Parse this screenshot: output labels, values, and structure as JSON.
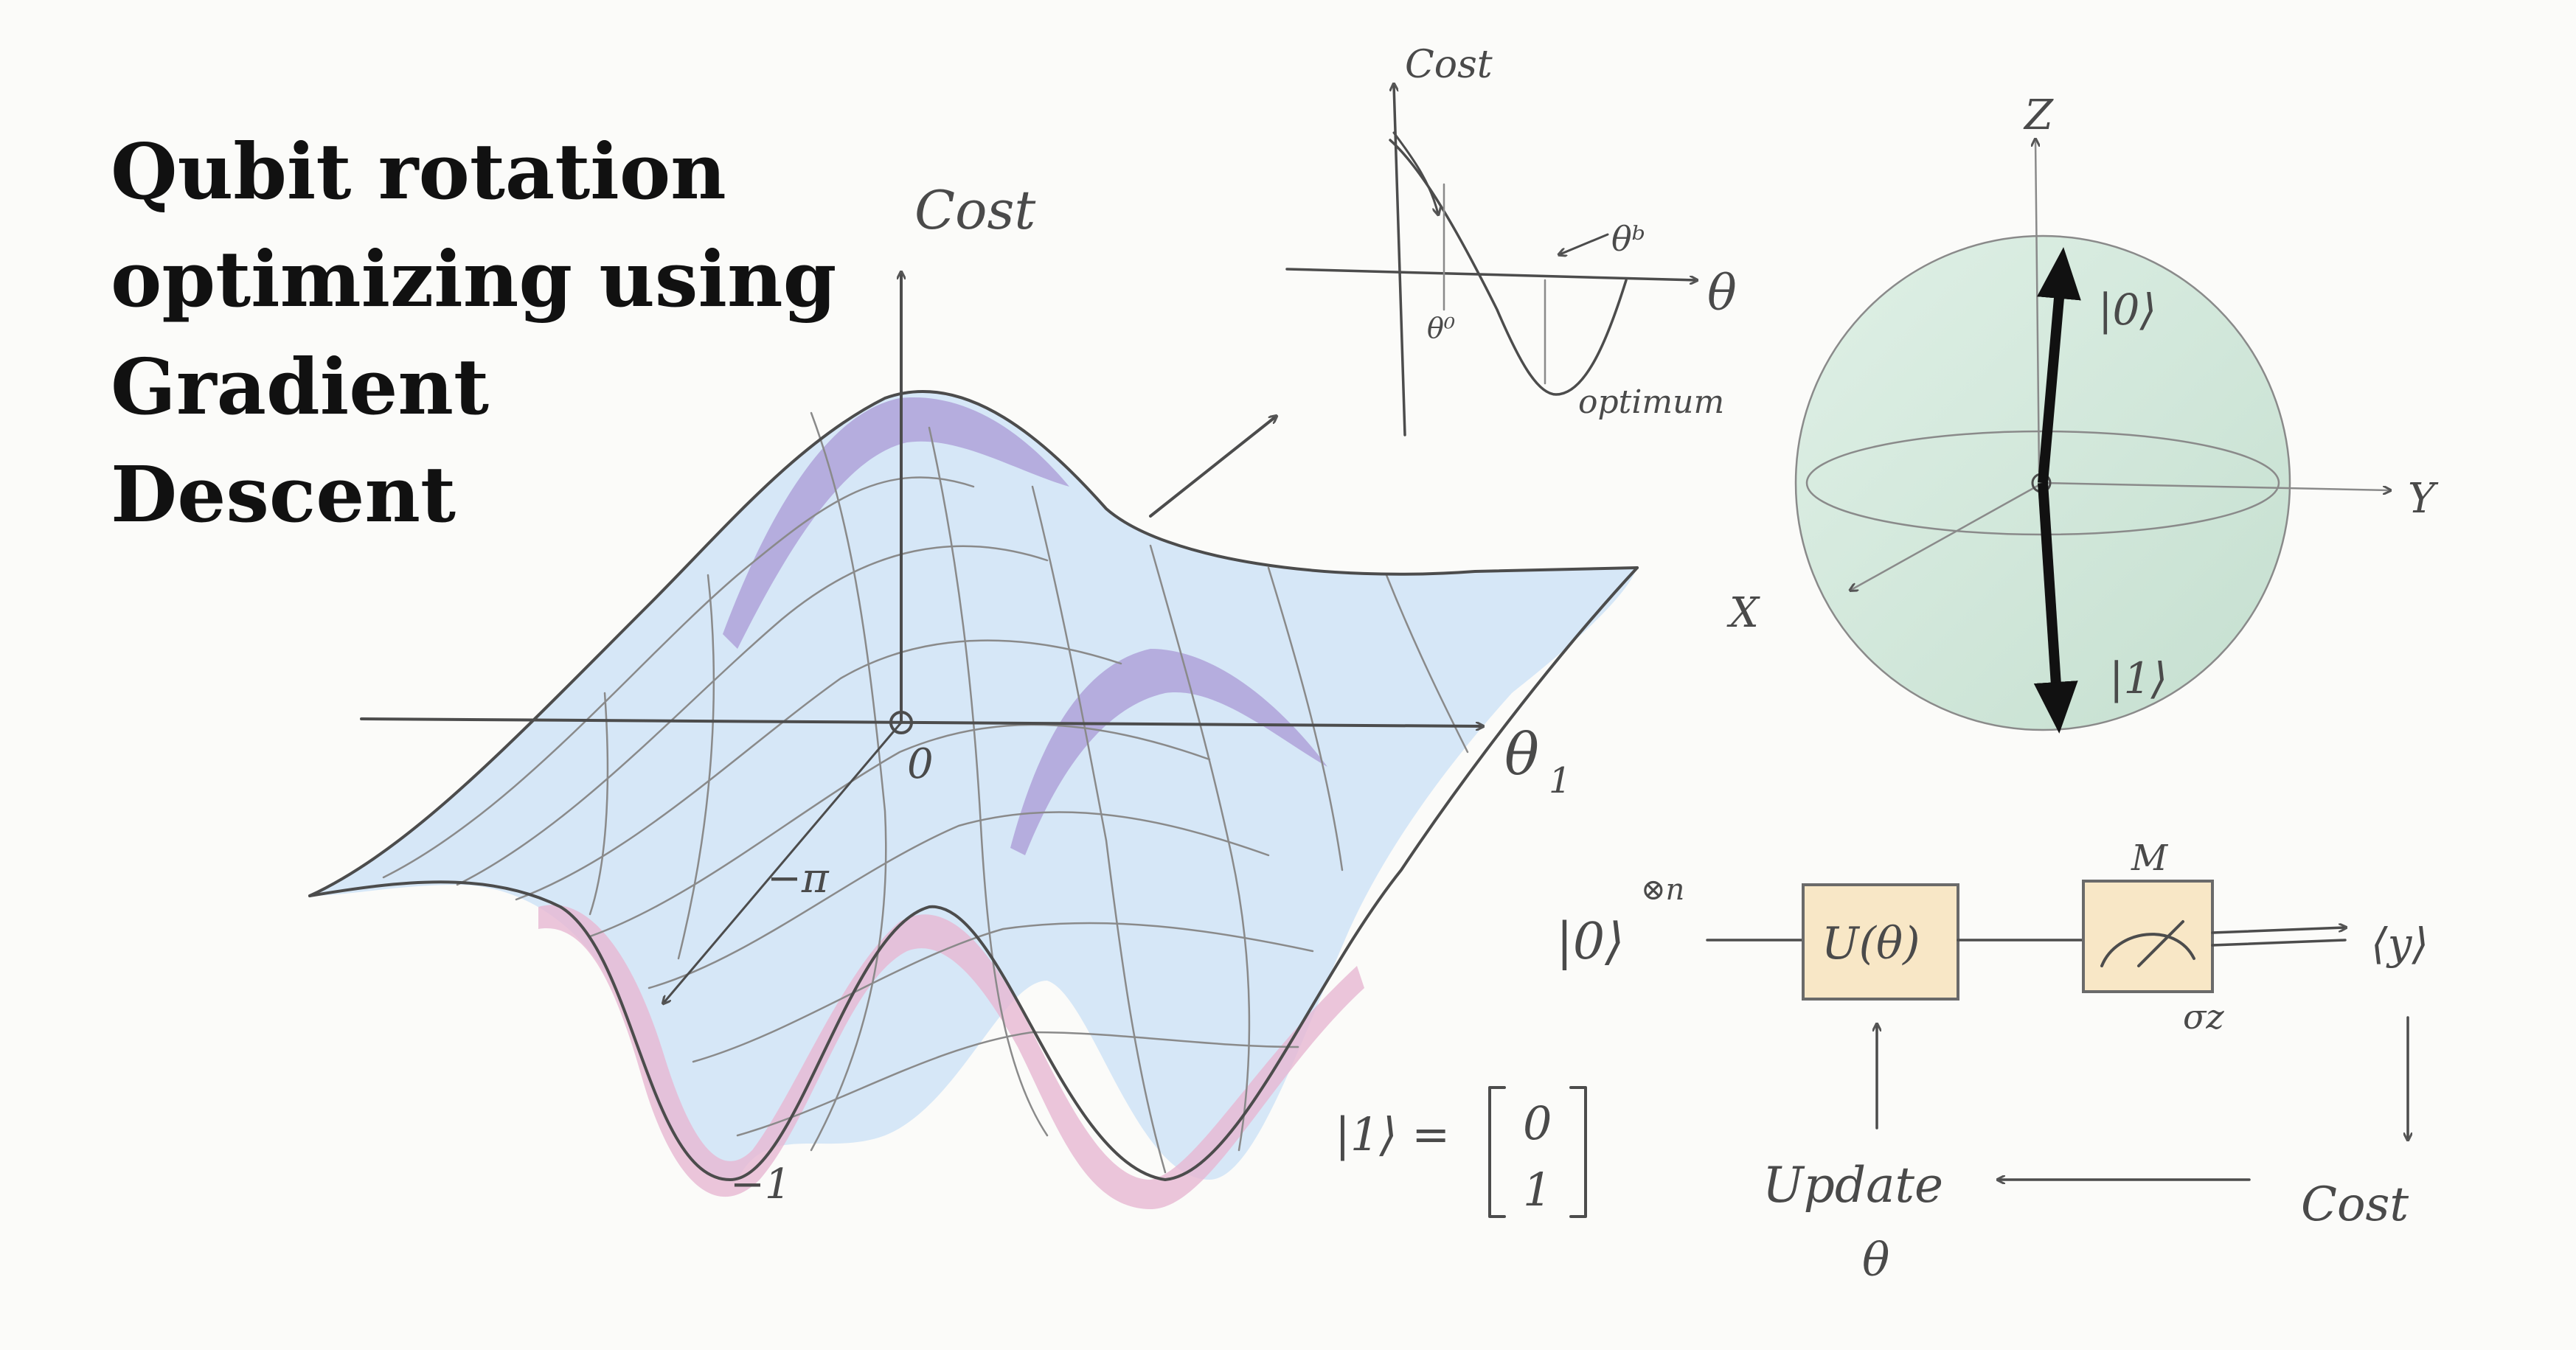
{
  "title": {
    "lines": [
      "Qubit rotation",
      "optimizing using",
      "Gradient",
      "Descent"
    ]
  },
  "surface_plot": {
    "axis_z_label": "Cost",
    "axis_x_label": "θ",
    "axis_x_subscript": "1",
    "origin_label": "0",
    "tick_minus_pi": "−π",
    "tick_minus_one": "−1",
    "colors": {
      "surface": "#cfe3f7",
      "peaks": "#a99ad6",
      "troughs": "#e7b8d2"
    }
  },
  "cost_curve": {
    "y_label": "Cost",
    "x_label": "θ",
    "theta_start": "θ⁰",
    "theta_best": "θᵇ",
    "minimum_label": "optimum"
  },
  "bloch_sphere": {
    "z_label": "Z",
    "y_label": "Y",
    "x_label": "X",
    "ket_zero": "|0⟩",
    "ket_one": "|1⟩",
    "colors": {
      "sphere": "#cfe6d8"
    }
  },
  "ket_one_vector": {
    "lhs": "|1⟩ =",
    "top": "0",
    "bottom": "1"
  },
  "circuit": {
    "input_state": "|0⟩",
    "input_power": "⊗n",
    "unitary_label": "U(θ)",
    "measure_label": "M",
    "observable": "σz",
    "output_label": "⟨y⟩",
    "cost_label": "Cost",
    "update_label": "Update",
    "update_param": "θ",
    "colors": {
      "box": "#f8e7c6"
    }
  }
}
